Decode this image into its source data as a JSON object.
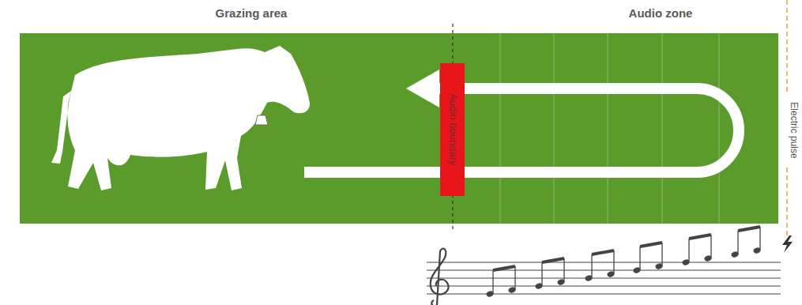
{
  "diagram": {
    "nodes": [
      {
        "text": [
          "Grazing area"
        ]
      },
      {
        "text": [
          "Audio zone"
        ]
      },
      {
        "text": [
          "Audio boundary"
        ]
      }
    ],
    "labels": [
      "Electric pulse"
    ]
  }
}
